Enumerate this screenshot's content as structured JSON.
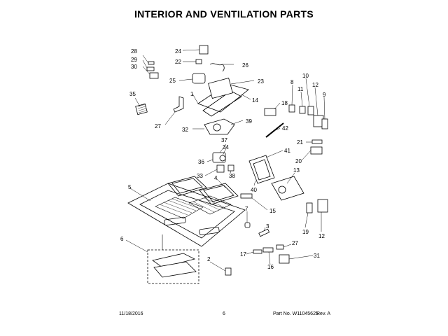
{
  "title": "INTERIOR AND VENTILATION PARTS",
  "footer": {
    "date": "11/18/2016",
    "page": "6",
    "part_no": "Part No. W11045625",
    "rev": "Rev. A"
  },
  "labels": [
    "1",
    "2",
    "3",
    "4",
    "5",
    "6",
    "7",
    "8",
    "9",
    "10",
    "11",
    "12",
    "12",
    "13",
    "14",
    "15",
    "16",
    "17",
    "18",
    "19",
    "20",
    "21",
    "22",
    "23",
    "24",
    "25",
    "26",
    "27",
    "27",
    "28",
    "29",
    "30",
    "31",
    "32",
    "33",
    "34",
    "35",
    "36",
    "37",
    "38",
    "39",
    "40",
    "41",
    "42"
  ]
}
